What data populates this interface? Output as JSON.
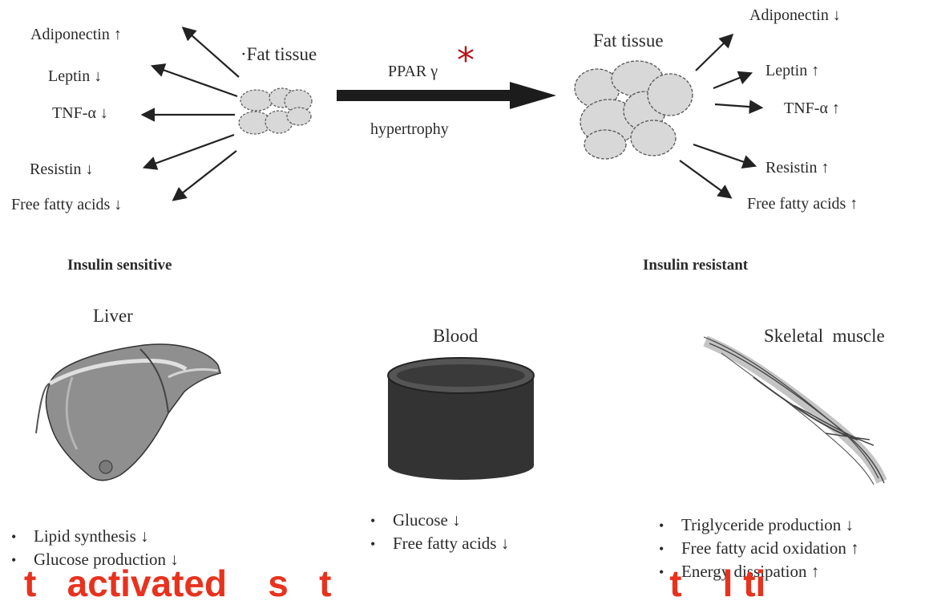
{
  "left_fat": {
    "title": "·Fat tissue",
    "items": [
      "Adiponectin ↑",
      "Leptin ↓",
      "TNF-α ↓",
      "Resistin ↓",
      "Free fatty acids ↓"
    ],
    "state_label": "Insulin sensitive"
  },
  "center_arrow": {
    "top_label": "PPAR γ",
    "asterisk": "*",
    "bottom_label": "hypertrophy"
  },
  "right_fat": {
    "title": "Fat tissue",
    "items": [
      "Adiponectin ↓",
      "Leptin ↑",
      "TNF-α ↑",
      "Resistin ↑",
      "Free fatty acids ↑"
    ],
    "state_label": "Insulin resistant"
  },
  "organs": {
    "liver": {
      "title": "Liver",
      "bullets": [
        "Lipid synthesis ↓",
        "Glucose production ↓"
      ]
    },
    "blood": {
      "title": "Blood",
      "bullets": [
        "Glucose ↓",
        "Free fatty acids ↓"
      ]
    },
    "muscle": {
      "title": "Skeletal  muscle",
      "bullets": [
        "Triglyceride production ↓",
        "Free fatty acid oxidation ↑",
        "Energy dissipation ↑"
      ]
    }
  },
  "overlay_text": "t   activated    s   t                                 t    l ti"
}
